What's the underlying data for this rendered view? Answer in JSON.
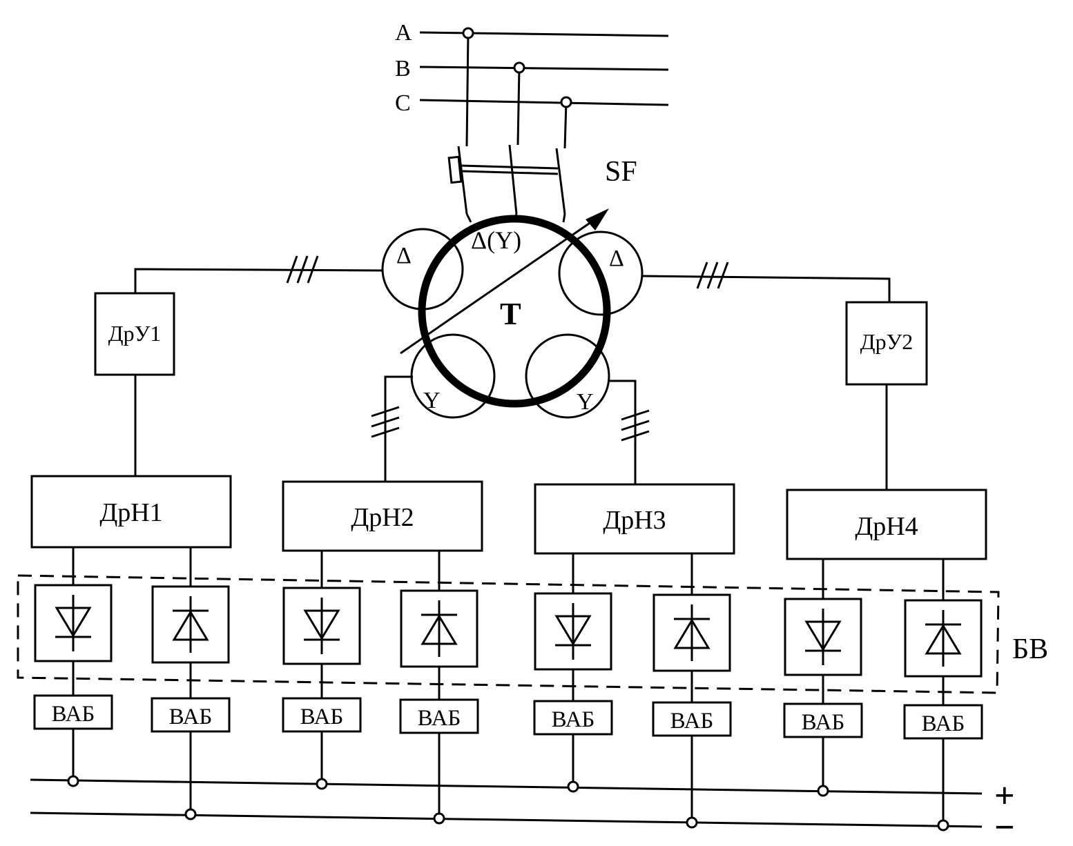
{
  "phases": [
    "A",
    "B",
    "C"
  ],
  "breaker_label": "SF",
  "transformer": {
    "label": "T",
    "primary_winding": "Δ(Y)",
    "secondary_windings": [
      "Δ",
      "Δ",
      "Y",
      "Y"
    ]
  },
  "chokes_u": [
    "ДрУ1",
    "ДрУ2"
  ],
  "chokes_n": [
    "ДрН1",
    "ДрН2",
    "ДрН3",
    "ДрН4"
  ],
  "rectifier_block_label": "БВ",
  "battery_labels": [
    "ВАБ",
    "ВАБ",
    "ВАБ",
    "ВАБ",
    "ВАБ",
    "ВАБ",
    "ВАБ",
    "ВАБ"
  ],
  "bus_labels": {
    "plus": "+",
    "minus": "−"
  }
}
